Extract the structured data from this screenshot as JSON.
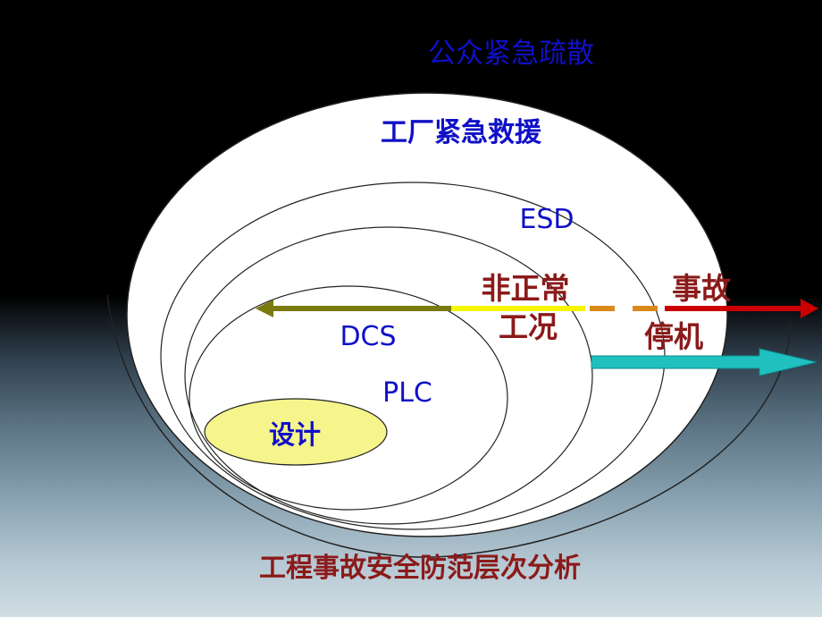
{
  "layers": {
    "public_evacuation": "公众紧急疏散",
    "plant_rescue": "工厂紧急救援",
    "esd": "ESD",
    "dcs": "DCS",
    "plc": "PLC",
    "design": "设计"
  },
  "states": {
    "abnormal_line1": "非正常",
    "abnormal_line2": "工况",
    "accident": "事故",
    "shutdown": "停机"
  },
  "footer_title": "工程事故安全防范层次分析",
  "colors": {
    "blue_text": "#1010c8",
    "red_text": "#8b1a1a",
    "olive_arrow": "#7a7a10",
    "yellow_segment": "#f5f500",
    "orange_dash": "#d98a1a",
    "red_arrow": "#cc0000",
    "cyan_arrow": "#20c0c0",
    "design_fill": "#f5f58c"
  }
}
